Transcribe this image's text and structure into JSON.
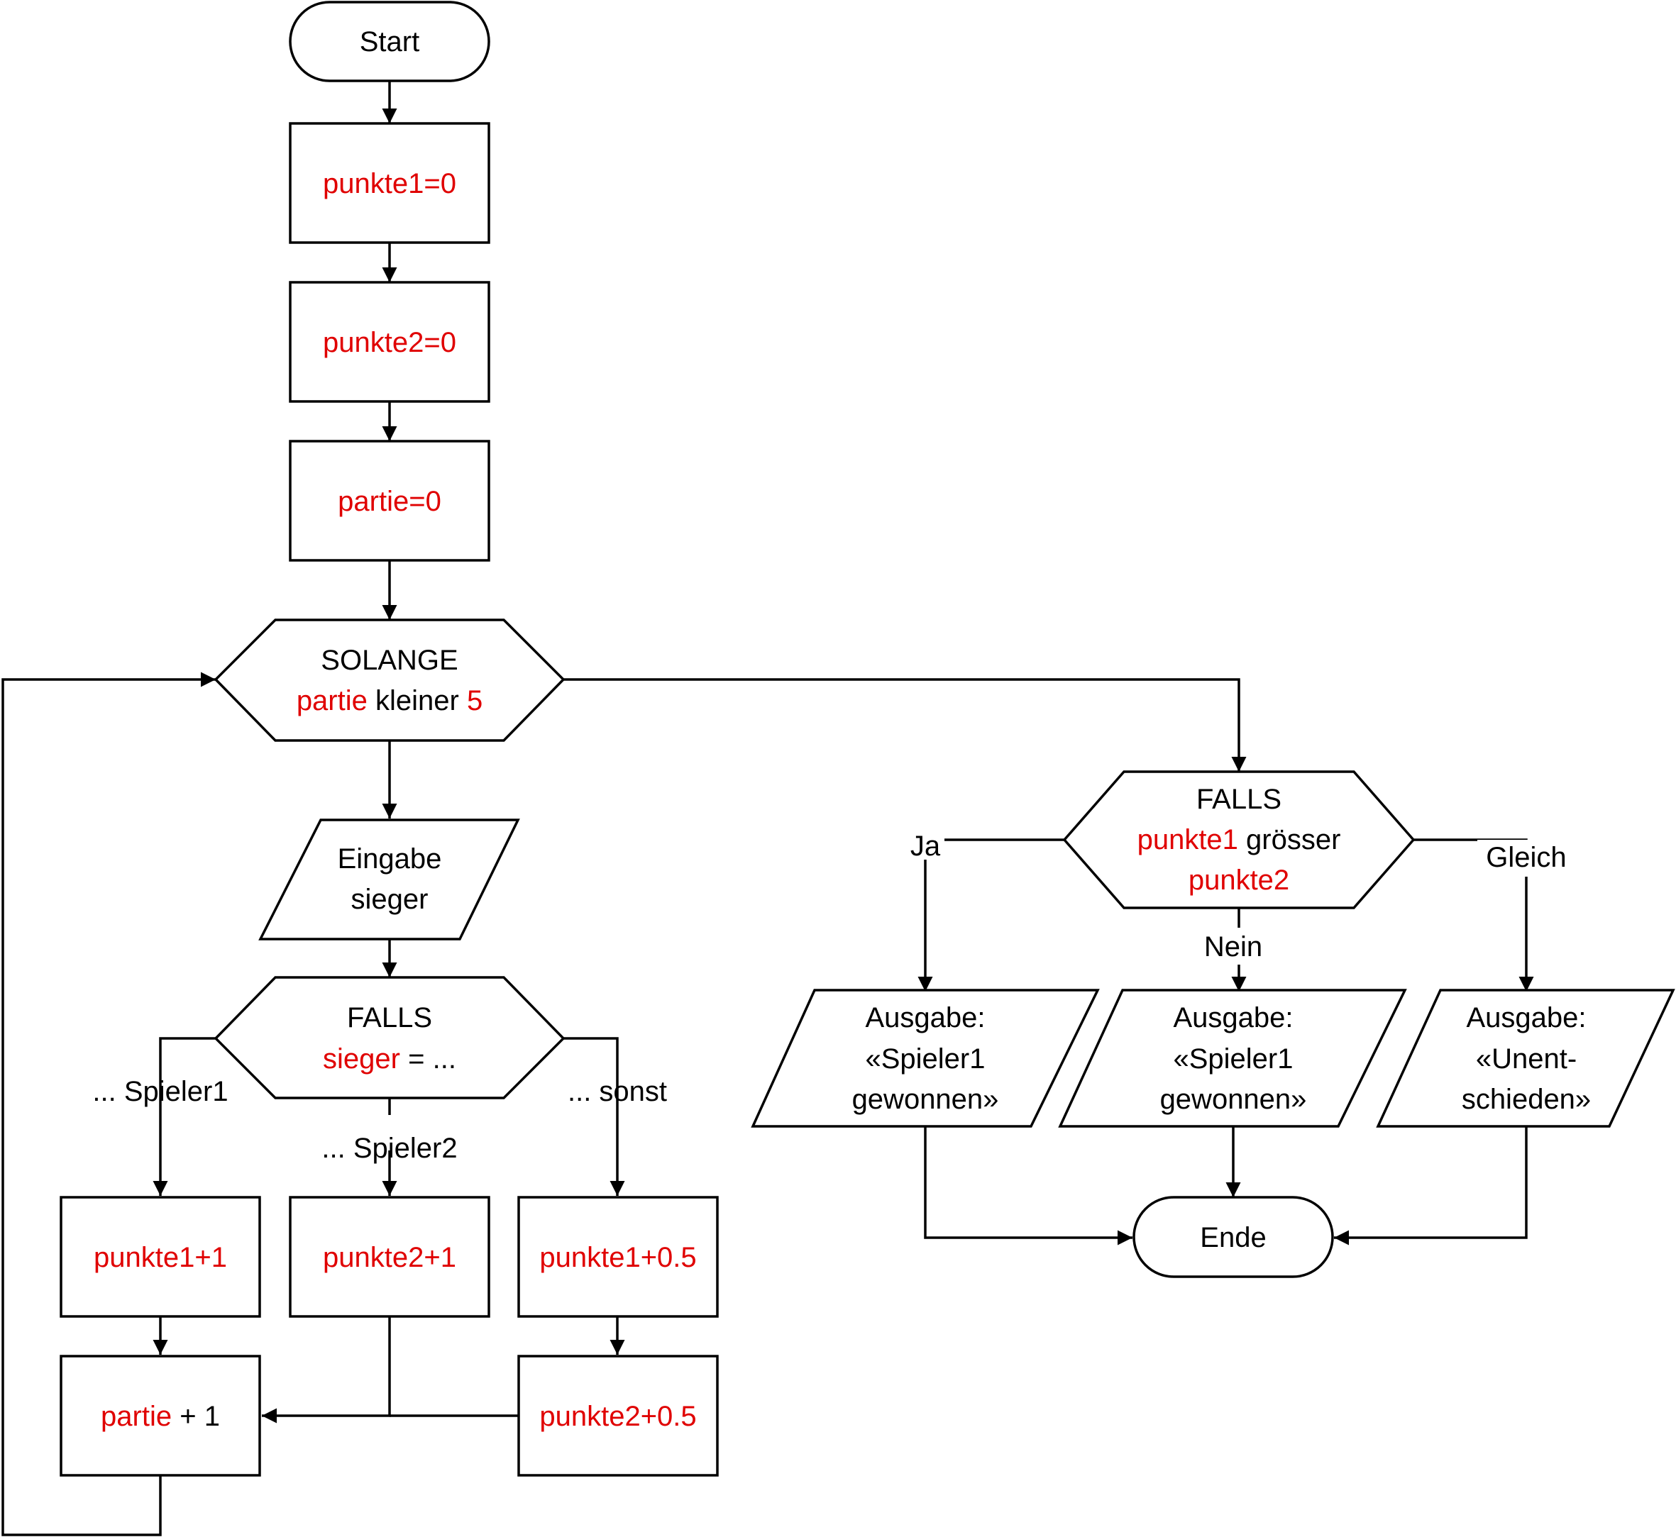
{
  "start": "Start",
  "init": {
    "punkte1": "punkte1=0",
    "punkte2": "punkte2=0",
    "partie": "partie=0"
  },
  "loop": {
    "keyword": "SOLANGE",
    "var": "partie",
    "op": " kleiner ",
    "limit": "5"
  },
  "input": {
    "line1": "Eingabe",
    "line2": "sieger"
  },
  "switch": {
    "keyword": "FALLS",
    "var": "sieger",
    "rest": " = ...",
    "branch_spieler1": "... Spieler1",
    "branch_spieler2": "... Spieler2",
    "branch_sonst": "... sonst"
  },
  "actions": {
    "p1_plus_1": "punkte1+1",
    "p2_plus_1": "punkte2+1",
    "p1_plus_half": "punkte1+0.5",
    "p2_plus_half": "punkte2+0.5",
    "partie_var": "partie",
    "partie_rest": " + 1"
  },
  "decision": {
    "keyword": "FALLS",
    "var1": "punkte1",
    "op": " grösser",
    "var2": "punkte2",
    "branch_ja": "Ja",
    "branch_nein": "Nein",
    "branch_gleich": "Gleich"
  },
  "outputs": {
    "ja": [
      "Ausgabe:",
      "«Spieler1",
      "gewonnen»"
    ],
    "nein": [
      "Ausgabe:",
      "«Spieler1",
      "gewonnen»"
    ],
    "gleich": [
      "Ausgabe:",
      "«Unent-",
      "schieden»"
    ]
  },
  "end": "Ende"
}
